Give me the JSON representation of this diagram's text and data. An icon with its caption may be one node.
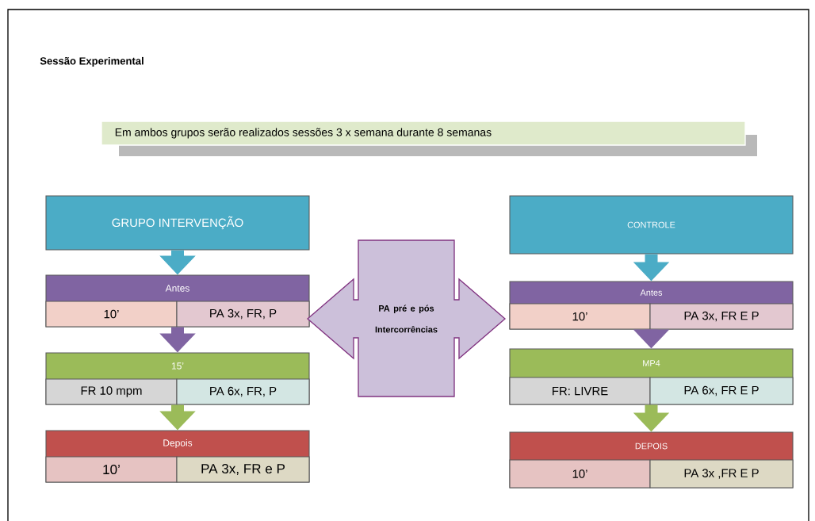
{
  "diagram": {
    "title": "Sessão Experimental",
    "nodes": [
      {
        "text": [
          "Em  ambos grupos serão  realizados  sessões 3 x semana durante 8 semanas"
        ]
      },
      {
        "text": [
          "GRUPO INTERVENÇÃO"
        ]
      },
      {
        "text": [
          "Antes"
        ]
      },
      {
        "text": [
          "10’"
        ],
        "in": 2
      },
      {
        "text": [
          "PA 3x, FR, P"
        ],
        "in": 2
      },
      {
        "text": [
          "15’"
        ]
      },
      {
        "text": [
          "FR 10 mpm"
        ],
        "in": 5
      },
      {
        "text": [
          "PA 6x, FR, P"
        ],
        "in": 5
      },
      {
        "text": [
          "Depois"
        ]
      },
      {
        "text": [
          "10’"
        ],
        "in": 8
      },
      {
        "text": [
          "PA 3x, FR e P"
        ],
        "in": 8
      },
      {
        "text": [
          "PA pré e pós",
          "Intercorrências"
        ]
      },
      {
        "text": [
          "CONTROLE"
        ]
      },
      {
        "text": [
          "Antes"
        ]
      },
      {
        "text": [
          "10’"
        ],
        "in": 13
      },
      {
        "text": [
          "PA  3x,  FR E P"
        ],
        "in": 13
      },
      {
        "text": [
          "MP4"
        ]
      },
      {
        "text": [
          "FR: LIVRE"
        ],
        "in": 16
      },
      {
        "text": [
          "PA  6x,  FR E P"
        ],
        "in": 16
      },
      {
        "text": [
          "DEPOIS"
        ]
      },
      {
        "text": [
          "10’"
        ],
        "in": 19
      },
      {
        "text": [
          "PA  3x ,FR E P"
        ],
        "in": 19
      }
    ],
    "edges": [
      {
        "from": 1,
        "to": 2,
        "arrow": "to",
        "color": "#4bacc6"
      },
      {
        "from": 2,
        "to": 5,
        "arrow": "to",
        "color": "#8064a2"
      },
      {
        "from": 5,
        "to": 8,
        "arrow": "to",
        "color": "#9bbb59"
      },
      {
        "from": 12,
        "to": 13,
        "arrow": "to",
        "color": "#4bacc6"
      },
      {
        "from": 13,
        "to": 16,
        "arrow": "to",
        "color": "#8064a2"
      },
      {
        "from": 16,
        "to": 19,
        "arrow": "to",
        "color": "#9bbb59"
      }
    ]
  }
}
